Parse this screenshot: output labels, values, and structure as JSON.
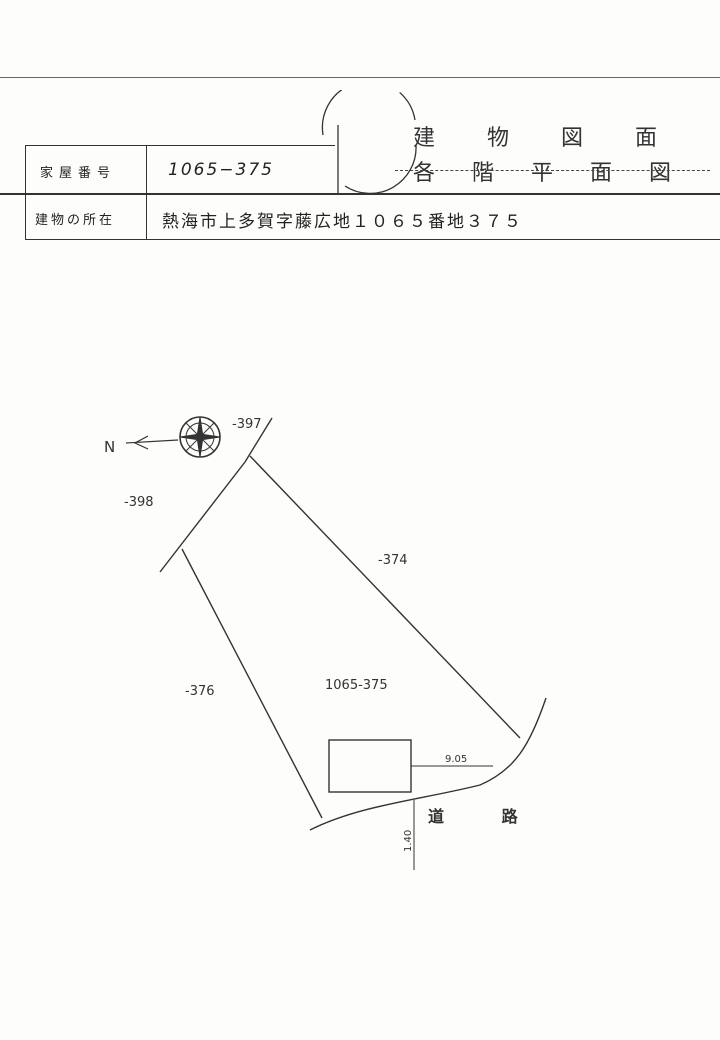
{
  "title": {
    "line1": "建物図面",
    "line2": "各階平面図"
  },
  "header_table": {
    "house_number_label": "家屋番号",
    "house_number_value": "1065−375",
    "location_label": "建物の所在",
    "location_value": "熱海市上多賀字藤広地１０６５番地３７５"
  },
  "plan": {
    "lot_label": "1065-375",
    "neighbors": {
      "n397": "-397",
      "n398": "-398",
      "n374": "-374",
      "n376": "-376"
    },
    "distance_road": "9.05",
    "distance_building": "1.40",
    "road_label": "道 路",
    "north_mark": "N"
  }
}
